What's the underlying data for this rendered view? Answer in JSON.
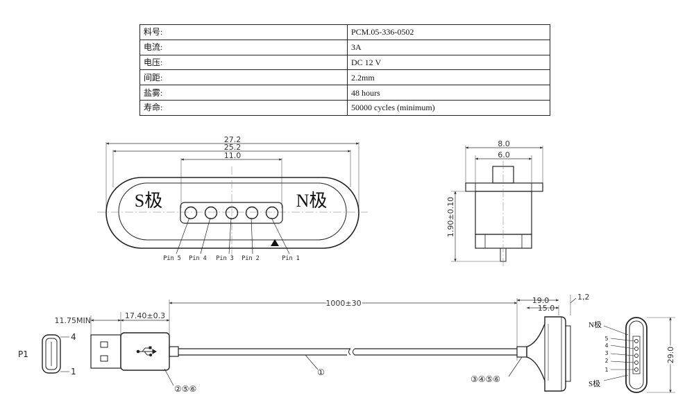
{
  "spec_table": {
    "rows": [
      {
        "label": "料号:",
        "value": "PCM.05-336-0502"
      },
      {
        "label": "电流:",
        "value": "3A"
      },
      {
        "label": "电压:",
        "value": "DC 12 V"
      },
      {
        "label": "间距:",
        "value": "2.2mm"
      },
      {
        "label": "盐雾:",
        "value": "48 hours"
      },
      {
        "label": "寿命:",
        "value": "50000 cycles (minimum)"
      }
    ]
  },
  "front_view": {
    "dim_overall": "27.2",
    "dim_body": "25.2",
    "dim_pins": "11.0",
    "s_pole": "S极",
    "n_pole": "N极",
    "pins": [
      "Pin 5",
      "Pin 4",
      "Pin 3",
      "Pin 2",
      "Pin 1"
    ]
  },
  "side_view": {
    "dim_width": "8.0",
    "dim_inner": "6.0",
    "dim_height": "1.90±0.10"
  },
  "cable_view": {
    "dim_min": "11.75MIN",
    "dim_plug": "17.40±0.3",
    "dim_length": "1000±30",
    "dim_head": "19.0",
    "dim_head_inner": "15.0",
    "dim_tip": "1,2",
    "label_p1": "P1",
    "p1_pin4": "4",
    "p1_pin1": "1",
    "ref_plug": "②⑤⑥",
    "ref_cable": "①",
    "ref_head": "③④⑤⑥",
    "n_label": "N极",
    "s_label": "S极",
    "connector_pins": [
      "5",
      "4",
      "3",
      "2",
      "1"
    ],
    "dim_connector_height": "29.0"
  }
}
